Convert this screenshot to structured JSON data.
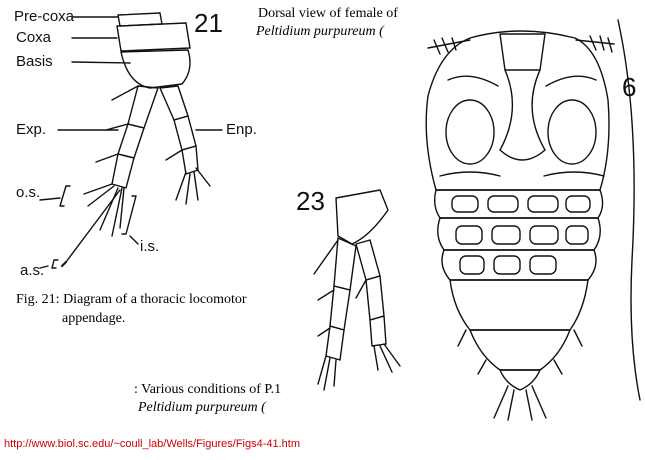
{
  "fig21": {
    "number": "21",
    "labels": {
      "precoxa": "Pre-coxa",
      "coxa": "Coxa",
      "basis": "Basis",
      "exp": "Exp.",
      "enp": "Enp.",
      "os": "o.s.",
      "is": "i.s.",
      "as": "a.s."
    },
    "caption_line1": "Fig. 21: Diagram of a thoracic locomotor",
    "caption_line2": "appendage."
  },
  "fig23": {
    "number": "23",
    "caption_line1": ": Various conditions of P.1",
    "caption_line2": "Peltidium purpureum ("
  },
  "fig6": {
    "number": "6",
    "title_line1": "Dorsal view of female of",
    "title_line2": "Peltidium purpureum ("
  },
  "source_url": "http://www.biol.sc.edu/~coull_lab/Wells/Figures/Figs4-41.htm"
}
